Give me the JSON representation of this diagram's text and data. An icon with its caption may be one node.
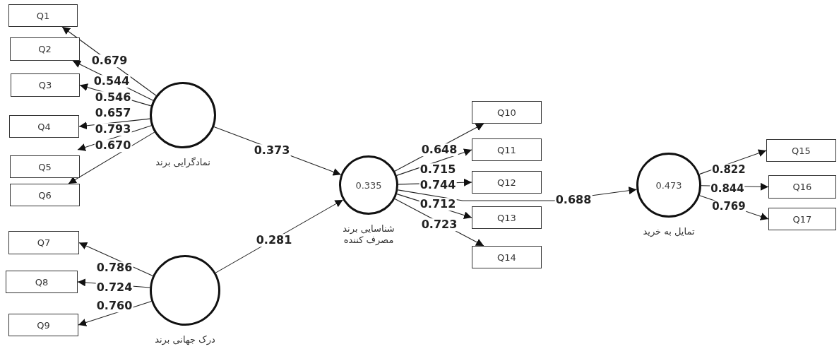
{
  "diagram": {
    "nodes": [
      {
        "text": [
          "Q1"
        ]
      },
      {
        "text": [
          "Q2"
        ]
      },
      {
        "text": [
          "Q3"
        ]
      },
      {
        "text": [
          "Q4"
        ]
      },
      {
        "text": [
          "Q5"
        ]
      },
      {
        "text": [
          "Q6"
        ]
      },
      {
        "text": [
          "نمادگرایی برند"
        ]
      },
      {
        "text": [
          "Q7"
        ]
      },
      {
        "text": [
          "Q8"
        ]
      },
      {
        "text": [
          "Q9"
        ]
      },
      {
        "text": [
          "درک جهانی برند"
        ]
      },
      {
        "text": [
          "0.335",
          "شناسایی برند مصرف کننده"
        ]
      },
      {
        "text": [
          "Q10"
        ]
      },
      {
        "text": [
          "Q11"
        ]
      },
      {
        "text": [
          "Q12"
        ]
      },
      {
        "text": [
          "Q13"
        ]
      },
      {
        "text": [
          "Q14"
        ]
      },
      {
        "text": [
          "0.473",
          "تمایل به خرید"
        ]
      },
      {
        "text": [
          "Q15"
        ]
      },
      {
        "text": [
          "Q16"
        ]
      },
      {
        "text": [
          "Q17"
        ]
      }
    ],
    "edges": [
      {
        "from": 6,
        "to": 0,
        "arrow": "to",
        "label": "0.679"
      },
      {
        "from": 6,
        "to": 1,
        "arrow": "to",
        "label": "0.544"
      },
      {
        "from": 6,
        "to": 2,
        "arrow": "to",
        "label": "0.546"
      },
      {
        "from": 6,
        "to": 3,
        "arrow": "to",
        "label": "0.657"
      },
      {
        "from": 6,
        "to": 4,
        "arrow": "to",
        "label": "0.793"
      },
      {
        "from": 6,
        "to": 5,
        "arrow": "to",
        "label": "0.670"
      },
      {
        "from": 10,
        "to": 7,
        "arrow": "to",
        "label": "0.786"
      },
      {
        "from": 10,
        "to": 8,
        "arrow": "to",
        "label": "0.724"
      },
      {
        "from": 10,
        "to": 9,
        "arrow": "to",
        "label": "0.760"
      },
      {
        "from": 6,
        "to": 11,
        "arrow": "to",
        "label": "0.373"
      },
      {
        "from": 10,
        "to": 11,
        "arrow": "to",
        "label": "0.281"
      },
      {
        "from": 11,
        "to": 12,
        "arrow": "to",
        "label": "0.648"
      },
      {
        "from": 11,
        "to": 13,
        "arrow": "to",
        "label": "0.715"
      },
      {
        "from": 11,
        "to": 14,
        "arrow": "to",
        "label": "0.744"
      },
      {
        "from": 11,
        "to": 15,
        "arrow": "to",
        "label": "0.712"
      },
      {
        "from": 11,
        "to": 16,
        "arrow": "to",
        "label": "0.723"
      },
      {
        "from": 11,
        "to": 17,
        "arrow": "to",
        "label": "0.688"
      },
      {
        "from": 17,
        "to": 18,
        "arrow": "to",
        "label": "0.822"
      },
      {
        "from": 17,
        "to": 19,
        "arrow": "to",
        "label": "0.844"
      },
      {
        "from": 17,
        "to": 20,
        "arrow": "to",
        "label": "0.769"
      }
    ]
  }
}
